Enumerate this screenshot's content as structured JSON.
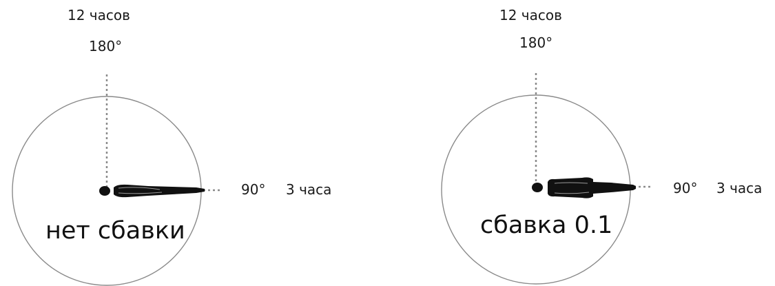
{
  "diagrams": [
    {
      "top_label_hours": "12 часов",
      "top_label_degrees": "180°",
      "right_label_degrees": "90°",
      "right_label_hours": "3 часа",
      "caption": "нет сбавки"
    },
    {
      "top_label_hours": "12 часов",
      "top_label_degrees": "180°",
      "right_label_degrees": "90°",
      "right_label_hours": "3 часа",
      "caption": "сбавка 0.1"
    }
  ],
  "colors": {
    "circle_stroke": "#8a8a8a",
    "dotted_line": "#8a8a8a",
    "figure_fill": "#111111"
  }
}
